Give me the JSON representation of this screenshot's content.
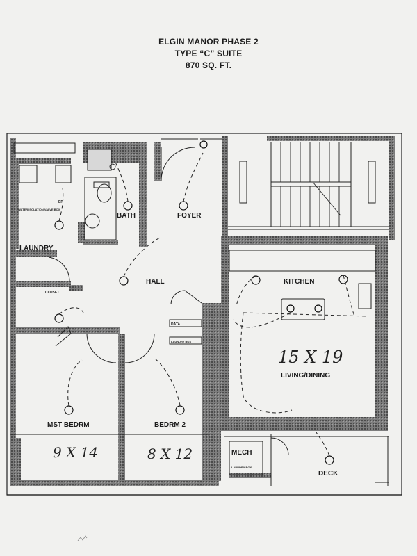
{
  "header": {
    "line1": "ELGIN MANOR PHASE 2",
    "line2": "TYPE “C” SUITE",
    "line3": "870 SQ. FT."
  },
  "rooms": {
    "bath": "BATH",
    "foyer": "FOYER",
    "laundry": "LAUNDRY",
    "hall": "HALL",
    "kitchen": "KITCHEN",
    "living_dining": "LIVING/DINING",
    "mst_bedrm": "MST BEDRM",
    "bedrm2": "BEDRM 2",
    "mech": "MECH",
    "deck": "DECK"
  },
  "dimensions": {
    "living": "15 X 19",
    "master": "9 X 14",
    "bedroom2": "8 X 12"
  },
  "small_labels": {
    "closet": "CLOSET",
    "data": "DATA",
    "ep": "EP",
    "isolation_valve": "WATER ISOLATION VALVE BOX",
    "laundry_box": "LAUNDRY BOX",
    "mech_box": "LAUNDRY BOX"
  },
  "colors": {
    "wall": "#6e6e6e",
    "ink": "#1b1b1b",
    "paper": "#f1f1ef"
  }
}
